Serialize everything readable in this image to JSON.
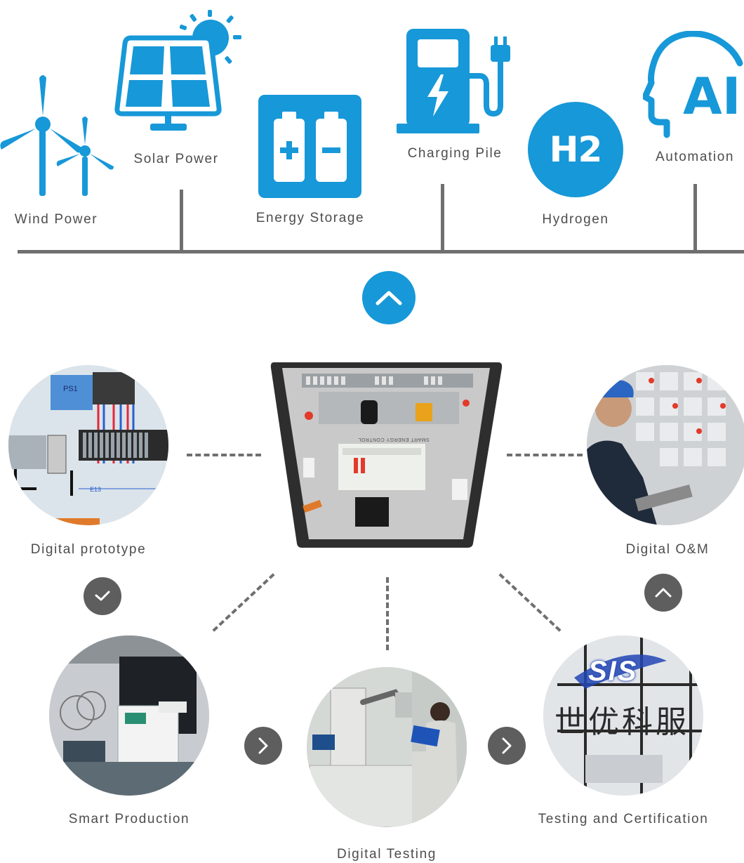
{
  "colors": {
    "accent": "#1798d8",
    "line": "#6f6f6f",
    "dark_button": "#5e5e5e",
    "label": "#4d4d4d"
  },
  "energy_sources": [
    {
      "label": "Wind Power",
      "icon": "wind-turbine-icon"
    },
    {
      "label": "Solar Power",
      "icon": "solar-panel-icon"
    },
    {
      "label": "Energy Storage",
      "icon": "battery-icon"
    },
    {
      "label": "Charging Pile",
      "icon": "charging-station-icon"
    },
    {
      "label": "Hydrogen",
      "icon": "hydrogen-icon"
    },
    {
      "label": "Automation",
      "icon": "ai-head-icon"
    }
  ],
  "hydrogen_badge": "H2",
  "ai_badge": "AI",
  "center_toggle_icon": "chevron-up-icon",
  "cabinet_brand": "SMART ENERGY CONTROL",
  "stages": [
    {
      "label": "Digital prototype",
      "icon": "circuit-diagram-photo"
    },
    {
      "label": "Digital O&M",
      "icon": "operator-photo"
    },
    {
      "label": "Smart Production",
      "icon": "production-line-photo"
    },
    {
      "label": "Digital Testing",
      "icon": "test-lab-photo"
    },
    {
      "label": "Testing and Certification",
      "icon": "certification-photo"
    }
  ],
  "diagram_texts": {
    "ps1": "PS1",
    "e13": "E13",
    "sis": "SIS",
    "cn_text": "世优科服"
  },
  "flow_buttons": {
    "prototype_to_production": "check-icon",
    "production_to_testing": "chevron-right-icon",
    "testing_to_certification": "chevron-right-icon",
    "om_up": "chevron-up-icon"
  }
}
